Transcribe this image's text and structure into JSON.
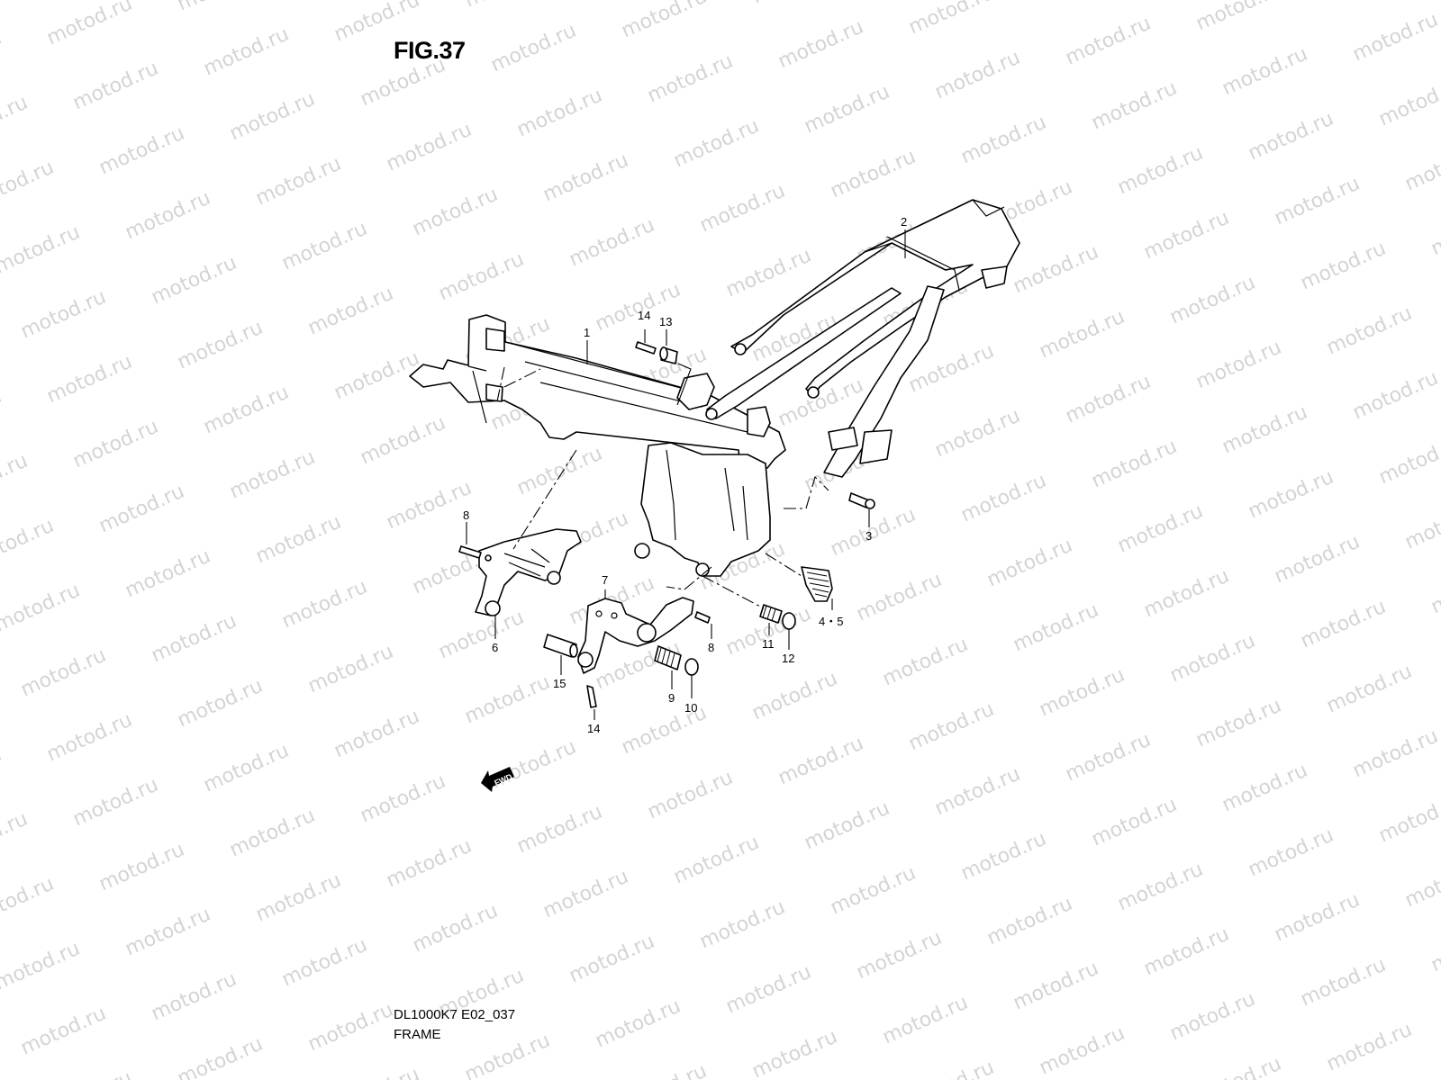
{
  "figure": {
    "title": "FIG.37",
    "model_code": "DL1000K7 E02_037",
    "section_name": "FRAME"
  },
  "watermark": {
    "text": "motod.ru"
  },
  "direction_badge": {
    "label": "FWD",
    "icon": "forward-arrow-icon"
  },
  "callouts": [
    {
      "id": "c1",
      "label": "1",
      "part": "main-frame"
    },
    {
      "id": "c2",
      "label": "2",
      "part": "rear-seat-rail-frame"
    },
    {
      "id": "c3",
      "label": "3",
      "part": "seat-rail-bolt"
    },
    {
      "id": "c45",
      "label": "4・5",
      "part": "frame-cover-plate"
    },
    {
      "id": "c6",
      "label": "6",
      "part": "left-footrest-bracket"
    },
    {
      "id": "c7",
      "label": "7",
      "part": "right-footrest-bracket"
    },
    {
      "id": "c8a",
      "label": "8",
      "part": "bracket-bolt-left"
    },
    {
      "id": "c8b",
      "label": "8",
      "part": "bracket-bolt-right"
    },
    {
      "id": "c9",
      "label": "9",
      "part": "spring"
    },
    {
      "id": "c10",
      "label": "10",
      "part": "nut"
    },
    {
      "id": "c11",
      "label": "11",
      "part": "spring"
    },
    {
      "id": "c12",
      "label": "12",
      "part": "nut"
    },
    {
      "id": "c13",
      "label": "13",
      "part": "spacer"
    },
    {
      "id": "c14a",
      "label": "14",
      "part": "bolt-upper"
    },
    {
      "id": "c14b",
      "label": "14",
      "part": "bolt-lower"
    },
    {
      "id": "c15",
      "label": "15",
      "part": "pin"
    }
  ]
}
